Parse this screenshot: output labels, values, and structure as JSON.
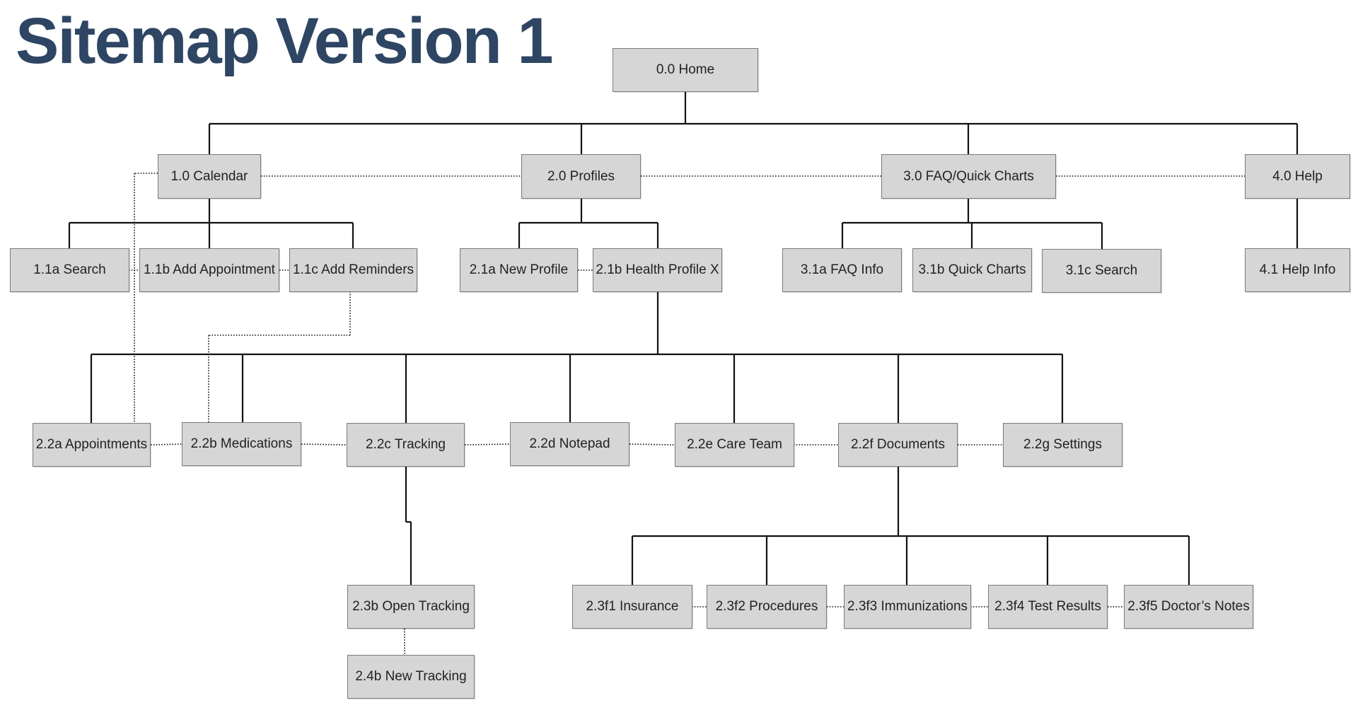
{
  "title": "Sitemap Version 1",
  "colors": {
    "title": "#2e4563",
    "node_fill": "#d6d6d6",
    "node_text": "#222222",
    "line": "#111111"
  },
  "nodes": {
    "home": "0.0 Home",
    "calendar": "1.0 Calendar",
    "profiles": "2.0 Profiles",
    "faq": "3.0 FAQ/Quick Charts",
    "help": "4.0 Help",
    "search_1_1a": "1.1a Search",
    "add_appointment": "1.1b Add Appointment",
    "add_reminders": "1.1c Add Reminders",
    "new_profile": "2.1a New Profile",
    "health_profile": "2.1b Health Profile  X",
    "faq_info": "3.1a FAQ Info",
    "quick_charts": "3.1b Quick Charts",
    "search_3_1c": "3.1c Search",
    "help_info": "4.1 Help Info",
    "appointments": "2.2a Appointments",
    "medications": "2.2b Medications",
    "tracking": "2.2c Tracking",
    "notepad": "2.2d Notepad",
    "care_team": "2.2e Care Team",
    "documents": "2.2f Documents",
    "settings": "2.2g Settings",
    "open_tracking": "2.3b Open Tracking",
    "new_tracking": "2.4b New Tracking",
    "insurance": "2.3f1 Insurance",
    "procedures": "2.3f2 Procedures",
    "immunizations": "2.3f3 Immunizations",
    "test_results": "2.3f4 Test Results",
    "doctors_notes": "2.3f5 Doctor’s Notes"
  },
  "edges": {
    "solid": [
      [
        "home",
        "calendar"
      ],
      [
        "home",
        "profiles"
      ],
      [
        "home",
        "faq"
      ],
      [
        "home",
        "help"
      ],
      [
        "calendar",
        "search_1_1a"
      ],
      [
        "calendar",
        "add_appointment"
      ],
      [
        "calendar",
        "add_reminders"
      ],
      [
        "profiles",
        "new_profile"
      ],
      [
        "profiles",
        "health_profile"
      ],
      [
        "faq",
        "faq_info"
      ],
      [
        "faq",
        "quick_charts"
      ],
      [
        "faq",
        "search_3_1c"
      ],
      [
        "help",
        "help_info"
      ],
      [
        "health_profile",
        "appointments"
      ],
      [
        "health_profile",
        "medications"
      ],
      [
        "health_profile",
        "tracking"
      ],
      [
        "health_profile",
        "notepad"
      ],
      [
        "health_profile",
        "care_team"
      ],
      [
        "health_profile",
        "documents"
      ],
      [
        "health_profile",
        "settings"
      ],
      [
        "tracking",
        "open_tracking"
      ],
      [
        "documents",
        "insurance"
      ],
      [
        "documents",
        "procedures"
      ],
      [
        "documents",
        "immunizations"
      ],
      [
        "documents",
        "test_results"
      ],
      [
        "documents",
        "doctors_notes"
      ]
    ],
    "dotted": [
      [
        "calendar",
        "profiles"
      ],
      [
        "profiles",
        "faq"
      ],
      [
        "faq",
        "help"
      ],
      [
        "search_1_1a",
        "add_appointment"
      ],
      [
        "add_appointment",
        "add_reminders"
      ],
      [
        "new_profile",
        "health_profile"
      ],
      [
        "appointments",
        "medications"
      ],
      [
        "medications",
        "tracking"
      ],
      [
        "tracking",
        "notepad"
      ],
      [
        "notepad",
        "care_team"
      ],
      [
        "care_team",
        "documents"
      ],
      [
        "documents",
        "settings"
      ],
      [
        "insurance",
        "procedures"
      ],
      [
        "procedures",
        "immunizations"
      ],
      [
        "immunizations",
        "test_results"
      ],
      [
        "test_results",
        "doctors_notes"
      ],
      [
        "open_tracking",
        "new_tracking"
      ],
      [
        "calendar",
        "appointments"
      ],
      [
        "add_reminders",
        "medications"
      ]
    ]
  }
}
